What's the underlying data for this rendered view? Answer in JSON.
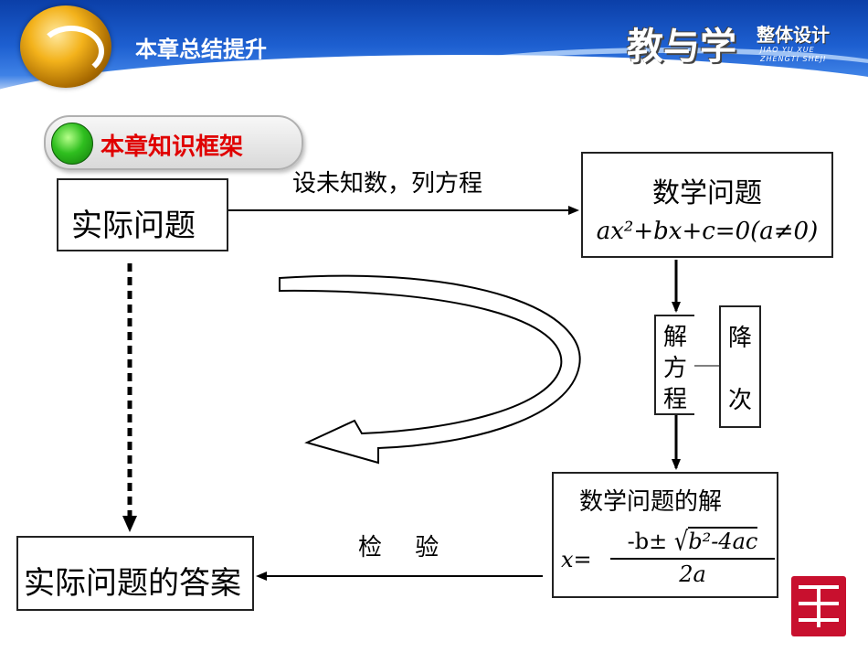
{
  "header": {
    "chapter_title": "本章总结提升",
    "brand": "教与学",
    "brand_sub": "整体设计",
    "brand_pinyin_1": "JIAO YU XUE",
    "brand_pinyin_2": "ZHENGTI SHEJI"
  },
  "section": {
    "label": "本章知识框架"
  },
  "flow": {
    "real_problem": "实际问题",
    "edge_setup": "设未知数，列方程",
    "math_problem": "数学问题",
    "math_equation": "ax²+bx+c=0(a≠0)",
    "solve_char1": "解",
    "solve_char2": "方",
    "solve_char3": "程",
    "reduce_char1": "降",
    "reduce_char2": "次",
    "math_solution": "数学问题的解",
    "formula_lhs": "x=",
    "formula_num_pre": "-b±",
    "formula_num_rad": "b²-4ac",
    "formula_den": "2a",
    "edge_check": "检  验",
    "real_answer": "实际问题的答案"
  },
  "colors": {
    "banner": "#1d5fd0",
    "section_label": "#e00000",
    "section_dot": "#2fbf1f",
    "seal": "#c8102e"
  }
}
